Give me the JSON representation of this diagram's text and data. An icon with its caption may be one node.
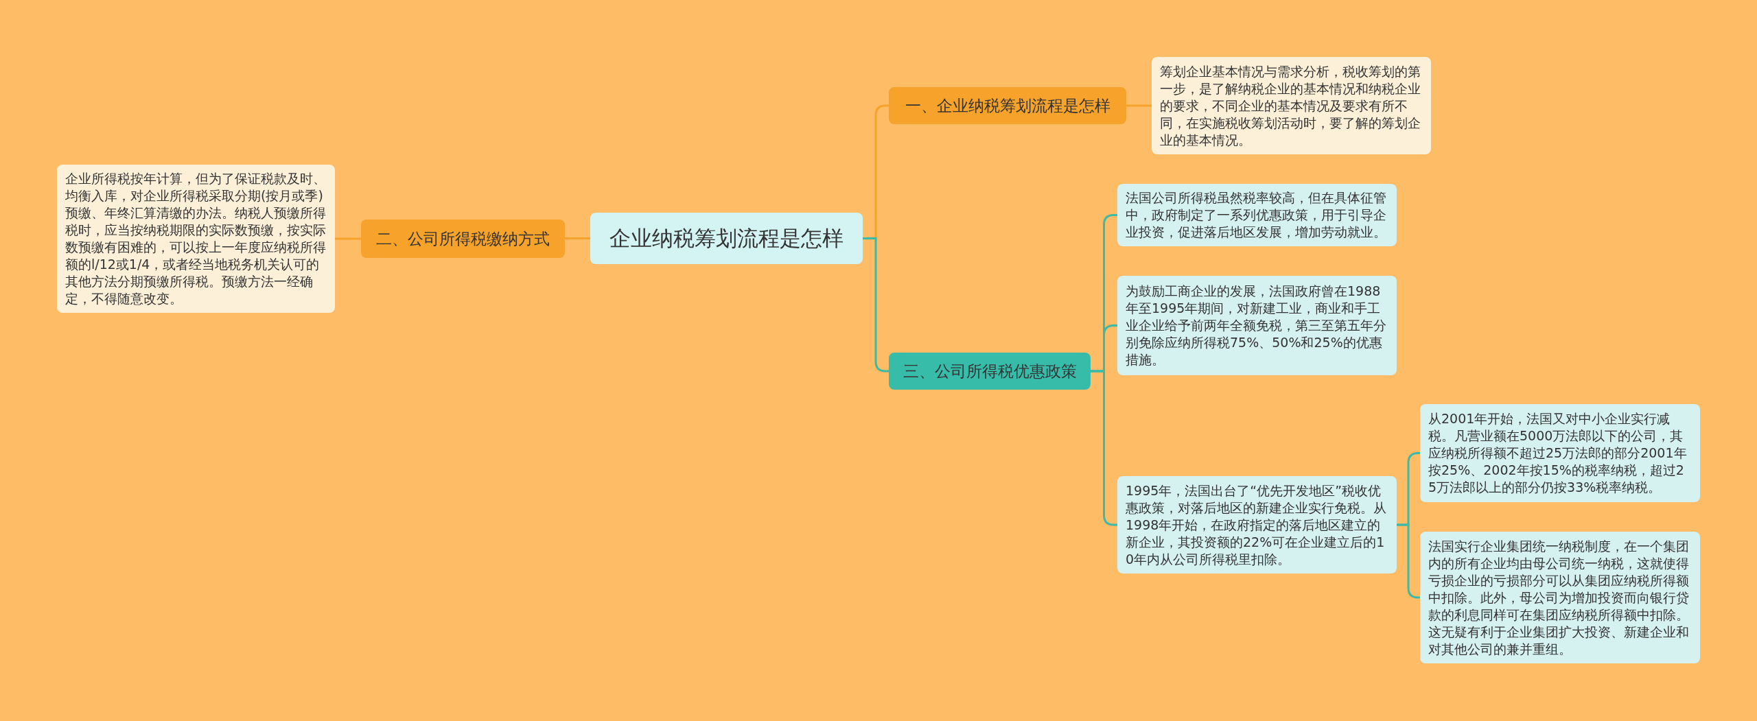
{
  "diagram": {
    "nodes": [
      {
        "text": [
          "企业纳税筹划流程是怎样"
        ]
      },
      {
        "text": [
          "一、企业纳税筹划流程是怎样"
        ]
      },
      {
        "text": [
          "筹划企业基本情况与需求分析，税收筹划的第一步，是了解纳税企业的基本情况和纳税企业的要求，不同企业的基本情况及要求有所不同，在实施税收筹划活动时，要了解的筹划企业的基本情况。"
        ]
      },
      {
        "text": [
          "二、公司所得税缴纳方式"
        ]
      },
      {
        "text": [
          "企业所得税按年计算，但为了保证税款及时、均衡入库，对企业所得税采取分期(按月或季)预缴、年终汇算清缴的办法。纳税人预缴所得税时，应当按纳税期限的实际数预缴，按实际数预缴有困难的，可以按上一年度应纳税所得额的l/12或1/4，或者经当地税务机关认可的其他方法分期预缴所得税。预缴方法一经确定，不得随意改变。"
        ]
      },
      {
        "text": [
          "三、公司所得税优惠政策"
        ]
      },
      {
        "text": [
          "法国公司所得税虽然税率较高，但在具体征管中，政府制定了一系列优惠政策，用于引导企业投资，促进落后地区发展，增加劳动就业。"
        ]
      },
      {
        "text": [
          "为鼓励工商企业的发展，法国政府曾在1988年至1995年期间，对新建工业，商业和手工业企业给予前两年全额免税，第三至第五年分别免除应纳所得税75%、50%和25%的优惠措施。"
        ]
      },
      {
        "text": [
          "1995年，法国出台了“优先开发地区”税收优惠政策，对落后地区的新建企业实行免税。从1998年开始，在政府指定的落后地区建立的新企业，其投资额的22%可在企业建立后的10年内从公司所得税里扣除。"
        ]
      },
      {
        "text": [
          "从2001年开始，法国又对中小企业实行减税。凡营业额在5000万法郎以下的公司，其应纳税所得额不超过25万法郎的部分2001年按25%、2002年按15%的税率纳税，超过25万法郎以上的部分仍按33%税率纳税。"
        ]
      },
      {
        "text": [
          "法国实行企业集团统一纳税制度，在一个集团内的所有企业均由母公司统一纳税，这就使得亏损企业的亏损部分可以从集团应纳税所得额中扣除。此外，母公司为增加投资而向银行贷款的利息同样可在集团应纳税所得额中扣除。这无疑有利于企业集团扩大投资、新建企业和对其他公司的兼并重组。"
        ]
      }
    ],
    "edges": [
      {
        "from": 0,
        "to": 1,
        "arrow": "none",
        "color": "#f5a32c"
      },
      {
        "from": 1,
        "to": 2,
        "arrow": "none",
        "color": "#f5a32c"
      },
      {
        "from": 0,
        "to": 3,
        "arrow": "none",
        "color": "#f5a32c"
      },
      {
        "from": 3,
        "to": 4,
        "arrow": "none",
        "color": "#f5a32c"
      },
      {
        "from": 0,
        "to": 5,
        "arrow": "none"
      },
      {
        "from": 5,
        "to": 6,
        "arrow": "none"
      },
      {
        "from": 5,
        "to": 7,
        "arrow": "none"
      },
      {
        "from": 5,
        "to": 8,
        "arrow": "none"
      },
      {
        "from": 8,
        "to": 9,
        "arrow": "none"
      },
      {
        "from": 8,
        "to": 10,
        "arrow": "none"
      }
    ]
  }
}
